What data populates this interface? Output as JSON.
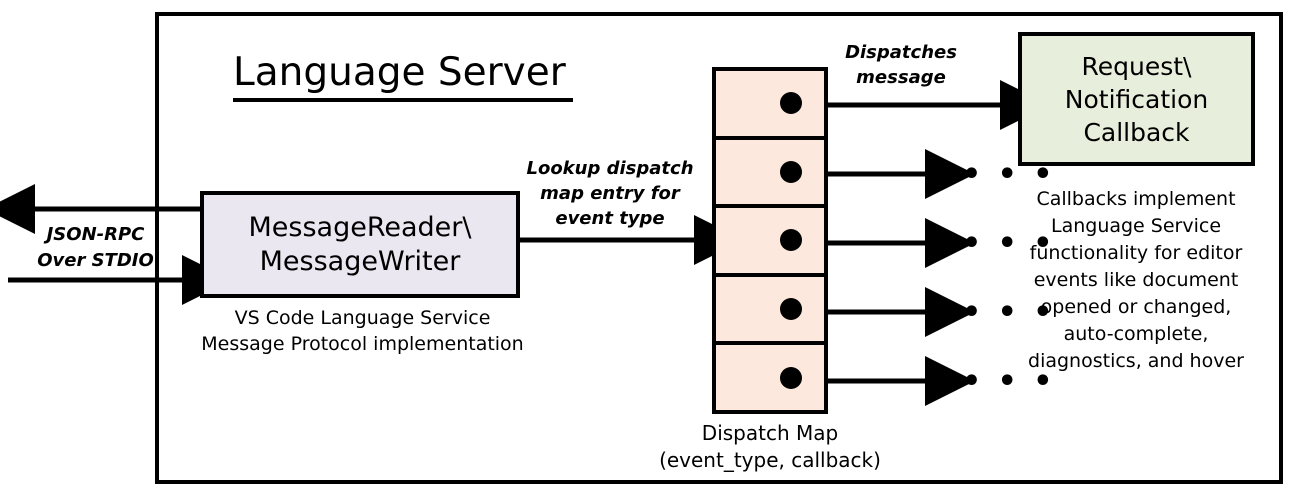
{
  "diagram": {
    "title": "Language Server",
    "external_channel_label": "JSON-RPC\nOver STDIO",
    "external_channel_line1": "JSON-RPC",
    "external_channel_line2": "Over STDIO",
    "colors": {
      "frame_border": "#000000",
      "message_box_fill": "#eae7f0",
      "dispatch_map_fill": "#fce8dc",
      "callback_box_fill": "#e8eedc",
      "text": "#000000",
      "page_background": "#ffffff"
    }
  },
  "message_box": {
    "line1": "MessageReader\\",
    "line2": "MessageWriter",
    "caption_line1": "VS Code Language Service",
    "caption_line2": "Message Protocol implementation"
  },
  "lookup_label": {
    "line1": "Lookup dispatch",
    "line2": "map entry for",
    "line3": "event type"
  },
  "dispatches_label": {
    "line1": "Dispatches",
    "line2": "message"
  },
  "dispatch_map": {
    "caption_line1": "Dispatch Map",
    "caption_line2": "(event_type, callback)",
    "entries": [
      {
        "index": 1,
        "ellipsis": ""
      },
      {
        "index": 2,
        "ellipsis": "• • •"
      },
      {
        "index": 3,
        "ellipsis": "• • •"
      },
      {
        "index": 4,
        "ellipsis": "• • •"
      },
      {
        "index": 5,
        "ellipsis": "• • •"
      }
    ]
  },
  "callback_box": {
    "line1": "Request\\",
    "line2": "Notification",
    "line3": "Callback",
    "caption_line1": "Callbacks implement",
    "caption_line2": "Language Service",
    "caption_line3": "functionality for editor",
    "caption_line4": "events like document",
    "caption_line5": "opened or changed,",
    "caption_line6": "auto-complete,",
    "caption_line7": "diagnostics, and hover"
  }
}
